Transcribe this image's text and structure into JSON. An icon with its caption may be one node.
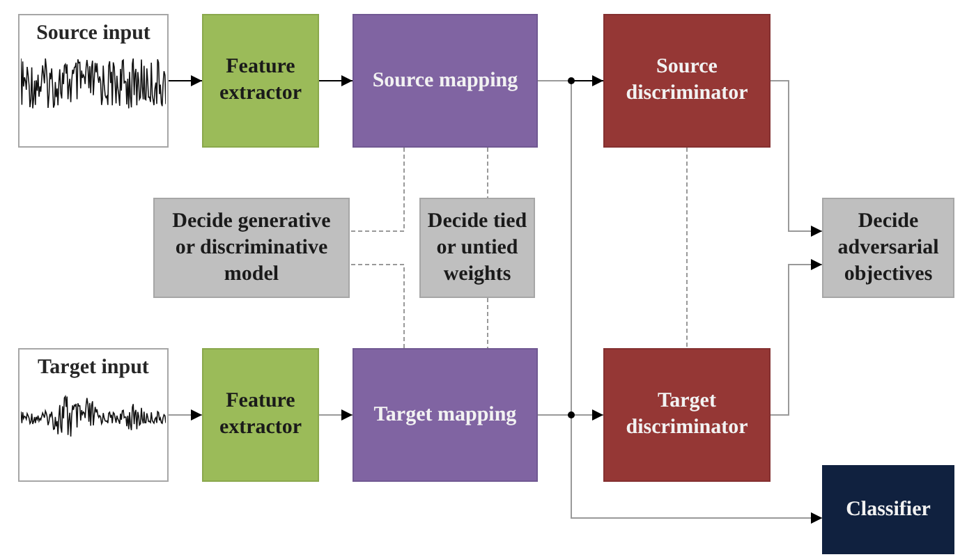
{
  "diagram": {
    "nodes": [
      {
        "text": [
          "Source input"
        ]
      },
      {
        "text": [
          "Feature extractor"
        ]
      },
      {
        "text": [
          "Source mapping"
        ]
      },
      {
        "text": [
          "Source discriminator"
        ]
      },
      {
        "text": [
          "Decide generative or discriminative model"
        ]
      },
      {
        "text": [
          "Decide tied or untied weights"
        ]
      },
      {
        "text": [
          "Decide adversarial objectives"
        ]
      },
      {
        "text": [
          "Target input"
        ]
      },
      {
        "text": [
          "Feature extractor"
        ]
      },
      {
        "text": [
          "Target mapping"
        ]
      },
      {
        "text": [
          "Target discriminator"
        ]
      },
      {
        "text": [
          "Classifier"
        ]
      }
    ],
    "edges": [
      {
        "from": 0,
        "to": 1,
        "arrow": "to",
        "color": "#000000"
      },
      {
        "from": 1,
        "to": 2,
        "arrow": "to",
        "color": "#000000"
      },
      {
        "from": 2,
        "to": 3,
        "arrow": "to",
        "color": "#000000"
      },
      {
        "from": 2,
        "to": 11,
        "arrow": "to",
        "color": "#999999"
      },
      {
        "from": 7,
        "to": 8,
        "arrow": "to",
        "color": "#999999"
      },
      {
        "from": 8,
        "to": 9,
        "arrow": "to",
        "color": "#999999"
      },
      {
        "from": 9,
        "to": 10,
        "arrow": "to",
        "color": "#999999"
      },
      {
        "from": 9,
        "to": 11,
        "arrow": "to",
        "color": "#999999"
      },
      {
        "from": 3,
        "to": 6,
        "arrow": "to",
        "color": "#999999"
      },
      {
        "from": 10,
        "to": 6,
        "arrow": "to",
        "color": "#999999"
      },
      {
        "from": 2,
        "to": 4,
        "arrow": "none",
        "style": "dashed",
        "color": "#999999"
      },
      {
        "from": 9,
        "to": 4,
        "arrow": "none",
        "style": "dashed",
        "color": "#999999"
      },
      {
        "from": 2,
        "to": 5,
        "arrow": "none",
        "style": "dashed",
        "color": "#999999"
      },
      {
        "from": 5,
        "to": 9,
        "arrow": "none",
        "style": "dashed",
        "color": "#999999"
      },
      {
        "from": 3,
        "to": 10,
        "arrow": "none",
        "style": "dashed",
        "color": "#999999"
      }
    ]
  }
}
